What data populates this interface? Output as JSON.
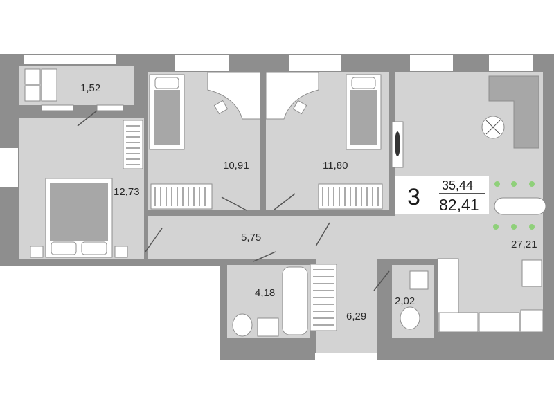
{
  "apartment": {
    "rooms_count": "3",
    "living_area": "35,44",
    "total_area": "82,41"
  },
  "rooms": {
    "balcony": "1,52",
    "bedroom_main": "12,73",
    "bedroom_2": "10,91",
    "bedroom_3": "11,80",
    "hallway": "5,75",
    "bathroom": "4,18",
    "corridor": "6,29",
    "toilet": "2,02",
    "kitchen_living": "27,21"
  },
  "colors": {
    "wall": "#8e8e8e",
    "floor": "#d3d3d3",
    "furniture": "#a7a7a7",
    "window": "#ffffff",
    "accent": "#8fd07a"
  }
}
